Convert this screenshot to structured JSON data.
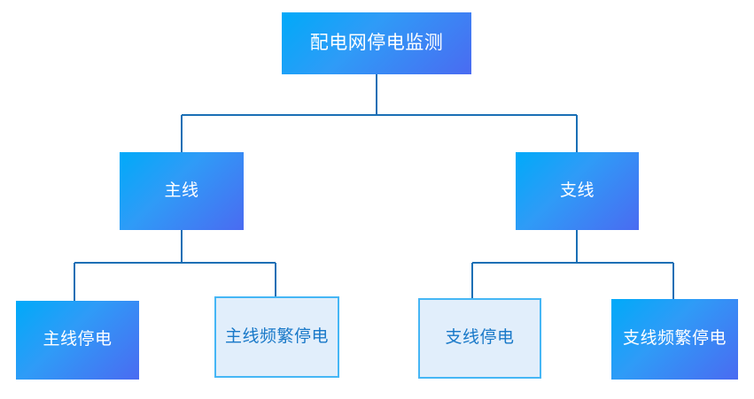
{
  "diagram": {
    "title": "配电网停电监测",
    "type": "hierarchy-tree",
    "background_color": "#ffffff",
    "line_color": "#1a6fb5",
    "filled_node": {
      "gradient_from": "#00aaf9",
      "gradient_to": "#4a6bf1",
      "text_color": "#ffffff"
    },
    "outline_node": {
      "fill_color": "#e1eefb",
      "border_color": "#45b6f5",
      "text_color": "#1878c8"
    },
    "nodes": {
      "root": {
        "label": "配电网停电监测",
        "style": "filled"
      },
      "main_line": {
        "label": "主线",
        "style": "filled"
      },
      "branch_line": {
        "label": "支线",
        "style": "filled"
      },
      "main_outage": {
        "label": "主线停电",
        "style": "filled"
      },
      "main_frequent_outage": {
        "label": "主线频繁停电",
        "style": "outline"
      },
      "branch_outage": {
        "label": "支线停电",
        "style": "outline"
      },
      "branch_frequent_outage": {
        "label": "支线频繁停电",
        "style": "filled"
      }
    },
    "edges": [
      {
        "from": "root",
        "to": "main_line"
      },
      {
        "from": "root",
        "to": "branch_line"
      },
      {
        "from": "main_line",
        "to": "main_outage"
      },
      {
        "from": "main_line",
        "to": "main_frequent_outage"
      },
      {
        "from": "branch_line",
        "to": "branch_outage"
      },
      {
        "from": "branch_line",
        "to": "branch_frequent_outage"
      }
    ]
  }
}
